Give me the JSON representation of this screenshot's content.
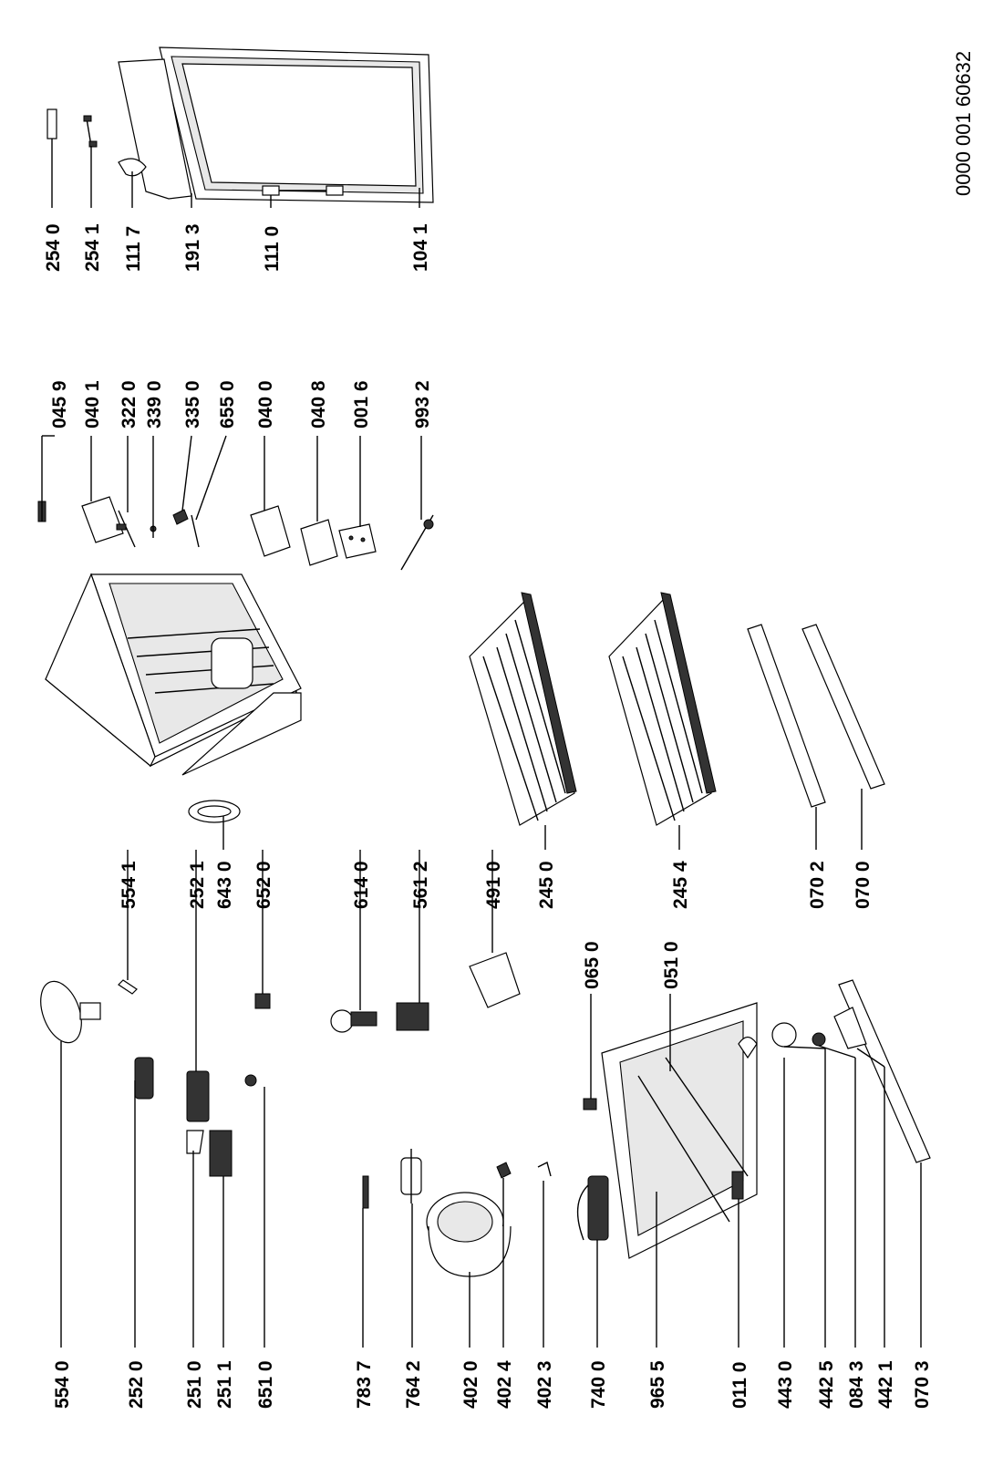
{
  "drawing_code": "0000 001 60632",
  "labels": {
    "l5540": "554 0",
    "l2520": "252 0",
    "l2510": "251 0",
    "l2511": "251 1",
    "l6510": "651 0",
    "l7837": "783 7",
    "l7642": "764 2",
    "l4020": "402 0",
    "l4024": "402 4",
    "l4023": "402 3",
    "l7400": "740 0",
    "l9655": "965 5",
    "l0110": "011 0",
    "l4430": "443 0",
    "l4425": "442 5",
    "l0843": "084 3",
    "l4421": "442 1",
    "l0703": "070 3",
    "l5541": "554 1",
    "l2521": "252 1",
    "l6430": "643 0",
    "l6520": "652 0",
    "l6140": "614 0",
    "l5612": "561 2",
    "l4910": "491 0",
    "l2450": "245 0",
    "l2454": "245 4",
    "l0702": "070 2",
    "l0700": "070 0",
    "l0650": "065 0",
    "l0510": "051 0",
    "l0459": "045 9",
    "l0401": "040 1",
    "l3220": "322 0",
    "l3390": "339 0",
    "l3350": "335 0",
    "l6550": "655 0",
    "l0400": "040 0",
    "l0408": "040 8",
    "l0016": "001 6",
    "l9932": "993 2",
    "l2540": "254 0",
    "l2541": "254 1",
    "l1117": "111 7",
    "l1913": "191 3",
    "l1110": "111 0",
    "l1041": "104 1"
  }
}
